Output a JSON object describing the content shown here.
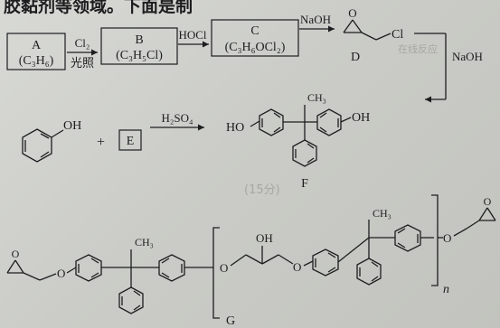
{
  "header": {
    "fragment": "胶黏剂等领域。下面是制"
  },
  "reaction1": {
    "A": {
      "label": "A",
      "formula": "(C₃H₆)"
    },
    "step1": {
      "above": "Cl₂",
      "below": "光照"
    },
    "B": {
      "label": "B",
      "formula": "(C₃H₅Cl)"
    },
    "step2": {
      "above": "HOCl"
    },
    "C": {
      "label": "C",
      "formula": "(C₃H₆OCl₂)"
    },
    "step3": {
      "above": "NaOH"
    },
    "D": {
      "label": "D",
      "substituent": "Cl"
    },
    "step4": {
      "above": "NaOH"
    }
  },
  "reaction2": {
    "phenol_oh": "OH",
    "plus": "+",
    "E": "E",
    "step": {
      "above": "H₂SO₄"
    },
    "F": {
      "label": "F",
      "left_group": "HO",
      "right_group": "OH",
      "methyl": "CH₃"
    }
  },
  "polymer": {
    "label": "G",
    "subscript": "n",
    "methyl": "CH₃",
    "oxygen": "O",
    "hydroxyl": "OH"
  },
  "background_text": {
    "bleed_a": "(15分)",
    "bleed_b": "在线反应"
  }
}
